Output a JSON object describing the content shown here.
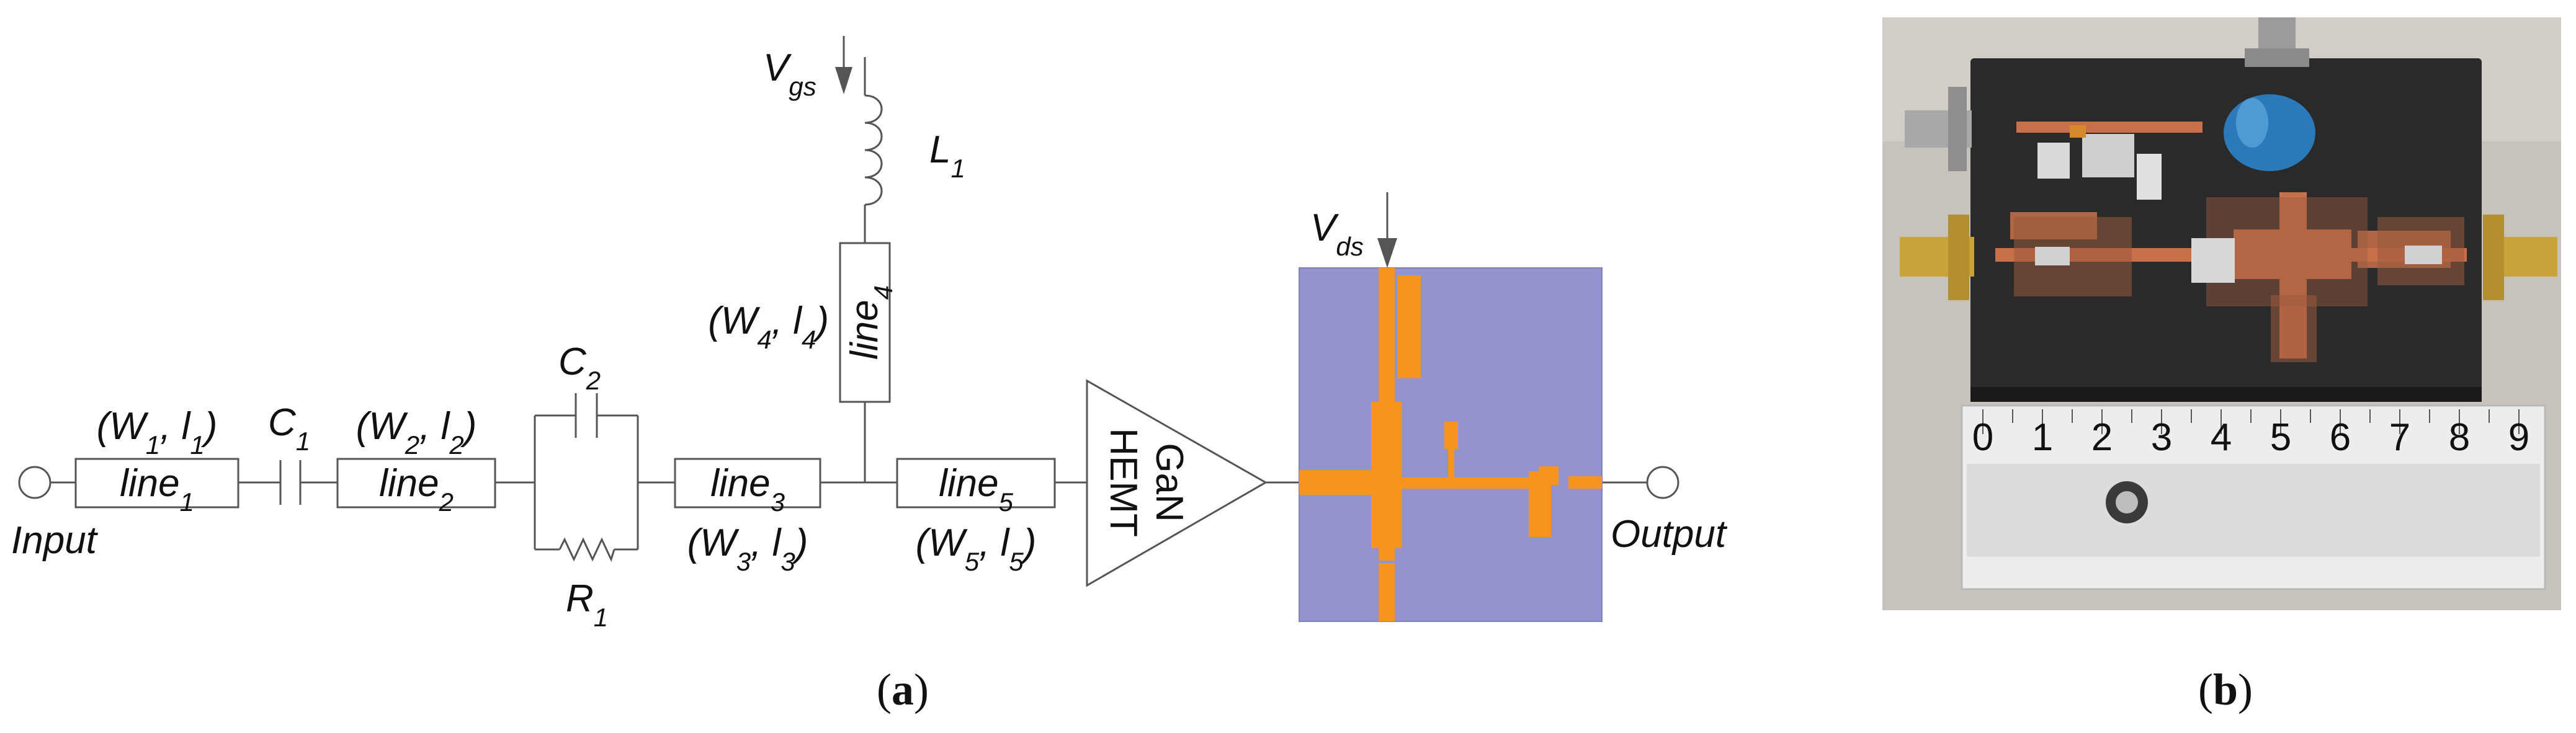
{
  "panel_a": {
    "caption_open": "(",
    "caption_letter": "a",
    "caption_close": ")",
    "terminals": {
      "input": "Input",
      "output": "Output"
    },
    "lines": [
      {
        "name": "line",
        "sub": "1",
        "param_open": "(W",
        "param_sub_w": "1",
        "param_mid": ", l",
        "param_sub_l": "1",
        "param_close": ")"
      },
      {
        "name": "line",
        "sub": "2",
        "param_open": "(W",
        "param_sub_w": "2",
        "param_mid": ", l",
        "param_sub_l": "2",
        "param_close": ")"
      },
      {
        "name": "line",
        "sub": "3",
        "param_open": "(W",
        "param_sub_w": "3",
        "param_mid": ", l",
        "param_sub_l": "3",
        "param_close": ")"
      },
      {
        "name": "line",
        "sub": "4",
        "param_open": "(W",
        "param_sub_w": "4",
        "param_mid": ", l",
        "param_sub_l": "4",
        "param_close": ")"
      },
      {
        "name": "line",
        "sub": "5",
        "param_open": "(W",
        "param_sub_w": "5",
        "param_mid": ", l",
        "param_sub_l": "5",
        "param_close": ")"
      }
    ],
    "components": {
      "c1": {
        "name": "C",
        "sub": "1"
      },
      "c2": {
        "name": "C",
        "sub": "2"
      },
      "r1": {
        "name": "R",
        "sub": "1"
      },
      "l1": {
        "name": "L",
        "sub": "1"
      }
    },
    "bias": {
      "vgs": {
        "name": "V",
        "sub": "gs"
      },
      "vds": {
        "name": "V",
        "sub": "ds"
      }
    },
    "amplifier": {
      "line_top": "GaN",
      "line_bottom": "HEMT"
    },
    "layout_colors": {
      "substrate": "#9393cf",
      "metal": "#f7941d",
      "wire": "#555555"
    }
  },
  "panel_b": {
    "caption_open": "(",
    "caption_letter": "b",
    "caption_close": ")",
    "ruler_numbers": [
      "0",
      "1",
      "2",
      "3",
      "4",
      "5",
      "6",
      "7",
      "8",
      "9"
    ],
    "photo_colors": {
      "board": "#2a2a2a",
      "copper": "#c8704a",
      "background": "#c7c2bb"
    }
  }
}
